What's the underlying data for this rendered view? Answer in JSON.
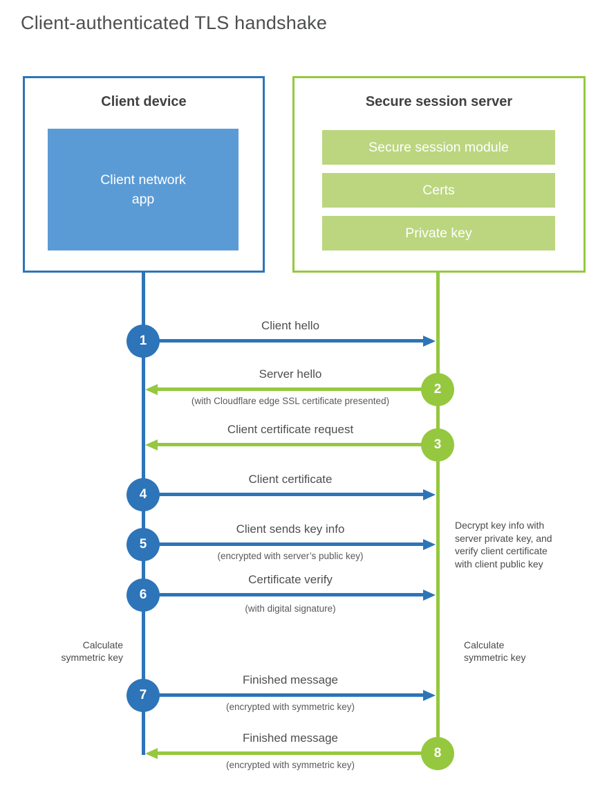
{
  "page": {
    "title": "Client-authenticated TLS handshake"
  },
  "colors": {
    "blue_line": "#2d74b9",
    "blue_fill": "#5b9bd5",
    "green_line": "#95c83e",
    "green_fill": "#bbd67f",
    "text_dark": "#414042",
    "text_gray": "#58595b"
  },
  "client_box": {
    "title": "Client device",
    "app_label": "Client network\napp"
  },
  "server_box": {
    "title": "Secure session server",
    "modules": [
      "Secure session module",
      "Certs",
      "Private key"
    ]
  },
  "steps": [
    {
      "num": "1",
      "label": "Client hello",
      "sub": "",
      "from": "client",
      "direction": "right"
    },
    {
      "num": "2",
      "label": "Server hello",
      "sub": "(with Cloudflare edge SSL certificate presented)",
      "from": "server",
      "direction": "left"
    },
    {
      "num": "3",
      "label": "Client certificate request",
      "sub": "",
      "from": "server",
      "direction": "left"
    },
    {
      "num": "4",
      "label": "Client certificate",
      "sub": "",
      "from": "client",
      "direction": "right"
    },
    {
      "num": "5",
      "label": "Client sends key info",
      "sub": "(encrypted with server’s public key)",
      "from": "client",
      "direction": "right"
    },
    {
      "num": "6",
      "label": "Certificate verify",
      "sub": "(with digital signature)",
      "from": "client",
      "direction": "right"
    },
    {
      "num": "7",
      "label": "Finished message",
      "sub": "(encrypted with symmetric key)",
      "from": "client",
      "direction": "right"
    },
    {
      "num": "8",
      "label": "Finished message",
      "sub": "(encrypted with symmetric key)",
      "from": "server",
      "direction": "left"
    }
  ],
  "notes": {
    "decrypt": "Decrypt key info with\nserver private key, and\nverify client certificate\nwith client public key",
    "calc_left": "Calculate\nsymmetric key",
    "calc_right": "Calculate\nsymmetric key"
  }
}
